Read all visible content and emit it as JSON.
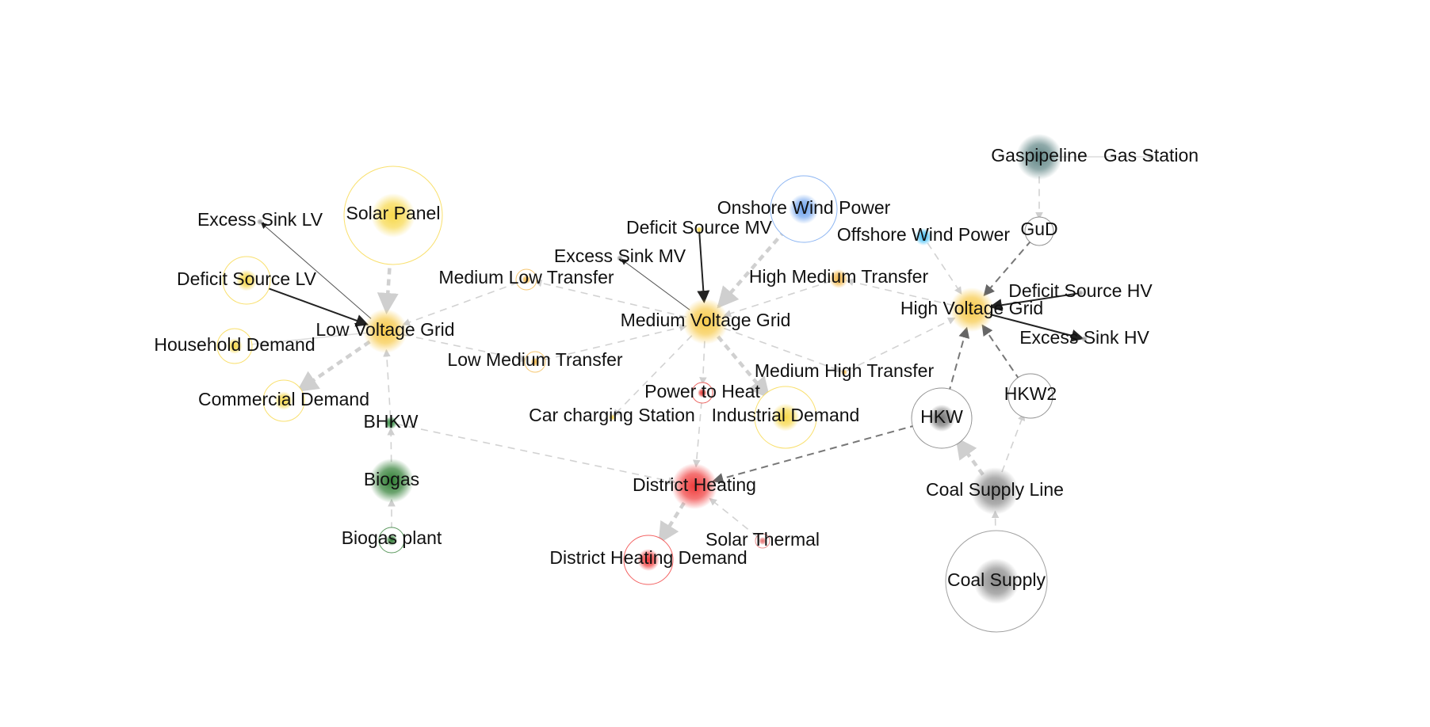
{
  "diagram": {
    "nodes": [
      {
        "id": "gaspipeline",
        "label": "Gaspipeline",
        "color": "#5f8585",
        "style": "filled"
      },
      {
        "id": "gas_station",
        "label": "Gas Station",
        "color": "#9e9e9e",
        "style": "dot"
      },
      {
        "id": "gud",
        "label": "GuD",
        "color": "#777777",
        "style": "ring"
      },
      {
        "id": "onshore_wind",
        "label": "Onshore Wind Power",
        "color": "#6fa3ef",
        "style": "ring-glow"
      },
      {
        "id": "offshore_wind",
        "label": "Offshore Wind Power",
        "color": "#4fc3f7",
        "style": "filled"
      },
      {
        "id": "high_voltage_grid",
        "label": "High Voltage Grid",
        "color": "#f7c948",
        "style": "filled"
      },
      {
        "id": "deficit_source_hv",
        "label": "Deficit Source HV",
        "color": "#9e9e9e",
        "style": "dot"
      },
      {
        "id": "excess_sink_hv",
        "label": "Excess Sink HV",
        "color": "#9e9e9e",
        "style": "dot"
      },
      {
        "id": "hkw2",
        "label": "HKW2",
        "color": "#777777",
        "style": "ring"
      },
      {
        "id": "hkw",
        "label": "HKW",
        "color": "#777777",
        "style": "ring-glow"
      },
      {
        "id": "coal_supply_line",
        "label": "Coal Supply Line",
        "color": "#8a8a8a",
        "style": "filled"
      },
      {
        "id": "coal_supply",
        "label": "Coal Supply",
        "color": "#8a8a8a",
        "style": "ring-glow"
      },
      {
        "id": "solar_panel",
        "label": "Solar Panel",
        "color": "#f7d84a",
        "style": "ring-glow"
      },
      {
        "id": "excess_sink_lv",
        "label": "Excess Sink LV",
        "color": "#9e9e9e",
        "style": "dot"
      },
      {
        "id": "deficit_source_lv",
        "label": "Deficit Source LV",
        "color": "#f7d84a",
        "style": "ring-glow"
      },
      {
        "id": "low_voltage_grid",
        "label": "Low Voltage Grid",
        "color": "#f7c948",
        "style": "filled"
      },
      {
        "id": "household_demand",
        "label": "Household Demand",
        "color": "#f7d84a",
        "style": "ring-glow"
      },
      {
        "id": "commercial_demand",
        "label": "Commercial Demand",
        "color": "#f7d84a",
        "style": "ring-glow"
      },
      {
        "id": "bhkw",
        "label": "BHKW",
        "color": "#2e8b3d",
        "style": "filled"
      },
      {
        "id": "biogas",
        "label": "Biogas",
        "color": "#2e7d32",
        "style": "filled"
      },
      {
        "id": "biogas_plant",
        "label": "Biogas plant",
        "color": "#2e7d32",
        "style": "ring-glow"
      },
      {
        "id": "medium_low_transfer",
        "label": "Medium Low Transfer",
        "color": "#f4b84a",
        "style": "ring-glow"
      },
      {
        "id": "low_medium_transfer",
        "label": "Low Medium Transfer",
        "color": "#f4b84a",
        "style": "ring-glow"
      },
      {
        "id": "deficit_source_mv",
        "label": "Deficit Source MV",
        "color": "#f7d84a",
        "style": "dot"
      },
      {
        "id": "excess_sink_mv",
        "label": "Excess Sink MV",
        "color": "#9e9e9e",
        "style": "dot"
      },
      {
        "id": "medium_voltage_grid",
        "label": "Medium Voltage Grid",
        "color": "#f7c948",
        "style": "filled"
      },
      {
        "id": "high_medium_transfer",
        "label": "High Medium Transfer",
        "color": "#f4b84a",
        "style": "filled"
      },
      {
        "id": "medium_high_transfer",
        "label": "Medium High Transfer",
        "color": "#f4b84a",
        "style": "dot"
      },
      {
        "id": "power_to_heat",
        "label": "Power to Heat",
        "color": "#e53935",
        "style": "ring-glow"
      },
      {
        "id": "car_charging_station",
        "label": "Car charging Station",
        "color": "#f7d84a",
        "style": "dot"
      },
      {
        "id": "industrial_demand",
        "label": "Industrial Demand",
        "color": "#f7d84a",
        "style": "ring-glow"
      },
      {
        "id": "district_heating",
        "label": "District Heating",
        "color": "#f03a3a",
        "style": "filled"
      },
      {
        "id": "district_heating_demand",
        "label": "District Heating Demand",
        "color": "#f03a3a",
        "style": "ring-glow"
      },
      {
        "id": "solar_thermal",
        "label": "Solar Thermal",
        "color": "#e57373",
        "style": "ring-glow"
      }
    ],
    "edges": [
      {
        "from": "gaspipeline",
        "to": "gas_station",
        "style": "light"
      },
      {
        "from": "gaspipeline",
        "to": "gud",
        "style": "dashed-light"
      },
      {
        "from": "gud",
        "to": "high_voltage_grid",
        "style": "dashed-dark"
      },
      {
        "from": "offshore_wind",
        "to": "high_voltage_grid",
        "style": "dashed-light"
      },
      {
        "from": "deficit_source_hv",
        "to": "high_voltage_grid",
        "style": "solid-dark"
      },
      {
        "from": "high_voltage_grid",
        "to": "excess_sink_hv",
        "style": "solid-dark"
      },
      {
        "from": "hkw",
        "to": "high_voltage_grid",
        "style": "dashed-dark"
      },
      {
        "from": "hkw2",
        "to": "high_voltage_grid",
        "style": "dashed-dark"
      },
      {
        "from": "coal_supply_line",
        "to": "hkw",
        "style": "dashed-thick"
      },
      {
        "from": "coal_supply_line",
        "to": "hkw2",
        "style": "dashed-light"
      },
      {
        "from": "coal_supply",
        "to": "coal_supply_line",
        "style": "dashed-light"
      },
      {
        "from": "hkw",
        "to": "district_heating",
        "style": "dashed-dark"
      },
      {
        "from": "high_medium_transfer",
        "to": "medium_voltage_grid",
        "style": "dashed-light"
      },
      {
        "from": "high_voltage_grid",
        "to": "high_medium_transfer",
        "style": "dashed-light"
      },
      {
        "from": "medium_voltage_grid",
        "to": "medium_high_transfer",
        "style": "dashed-light"
      },
      {
        "from": "medium_high_transfer",
        "to": "high_voltage_grid",
        "style": "dashed-light"
      },
      {
        "from": "onshore_wind",
        "to": "medium_voltage_grid",
        "style": "dashed-thick"
      },
      {
        "from": "deficit_source_mv",
        "to": "medium_voltage_grid",
        "style": "solid-dark"
      },
      {
        "from": "medium_voltage_grid",
        "to": "excess_sink_mv",
        "style": "solid-thin"
      },
      {
        "from": "medium_voltage_grid",
        "to": "medium_low_transfer",
        "style": "dashed-light"
      },
      {
        "from": "medium_low_transfer",
        "to": "low_voltage_grid",
        "style": "dashed-light"
      },
      {
        "from": "low_voltage_grid",
        "to": "low_medium_transfer",
        "style": "dashed-light"
      },
      {
        "from": "low_medium_transfer",
        "to": "medium_voltage_grid",
        "style": "dashed-light"
      },
      {
        "from": "medium_voltage_grid",
        "to": "industrial_demand",
        "style": "dashed-thick"
      },
      {
        "from": "medium_voltage_grid",
        "to": "power_to_heat",
        "style": "dashed-light"
      },
      {
        "from": "medium_voltage_grid",
        "to": "car_charging_station",
        "style": "dashed-light"
      },
      {
        "from": "power_to_heat",
        "to": "district_heating",
        "style": "dashed-light"
      },
      {
        "from": "district_heating",
        "to": "district_heating_demand",
        "style": "dashed-thick"
      },
      {
        "from": "solar_thermal",
        "to": "district_heating",
        "style": "dashed-light"
      },
      {
        "from": "bhkw",
        "to": "district_heating",
        "style": "dashed-light"
      },
      {
        "from": "solar_panel",
        "to": "low_voltage_grid",
        "style": "dashed-thick"
      },
      {
        "from": "low_voltage_grid",
        "to": "excess_sink_lv",
        "style": "solid-thin"
      },
      {
        "from": "deficit_source_lv",
        "to": "low_voltage_grid",
        "style": "solid-dark"
      },
      {
        "from": "low_voltage_grid",
        "to": "household_demand",
        "style": "light"
      },
      {
        "from": "low_voltage_grid",
        "to": "commercial_demand",
        "style": "dashed-thick"
      },
      {
        "from": "bhkw",
        "to": "low_voltage_grid",
        "style": "dashed-light"
      },
      {
        "from": "biogas",
        "to": "bhkw",
        "style": "dashed-light"
      },
      {
        "from": "biogas_plant",
        "to": "biogas",
        "style": "dashed-light"
      }
    ]
  }
}
